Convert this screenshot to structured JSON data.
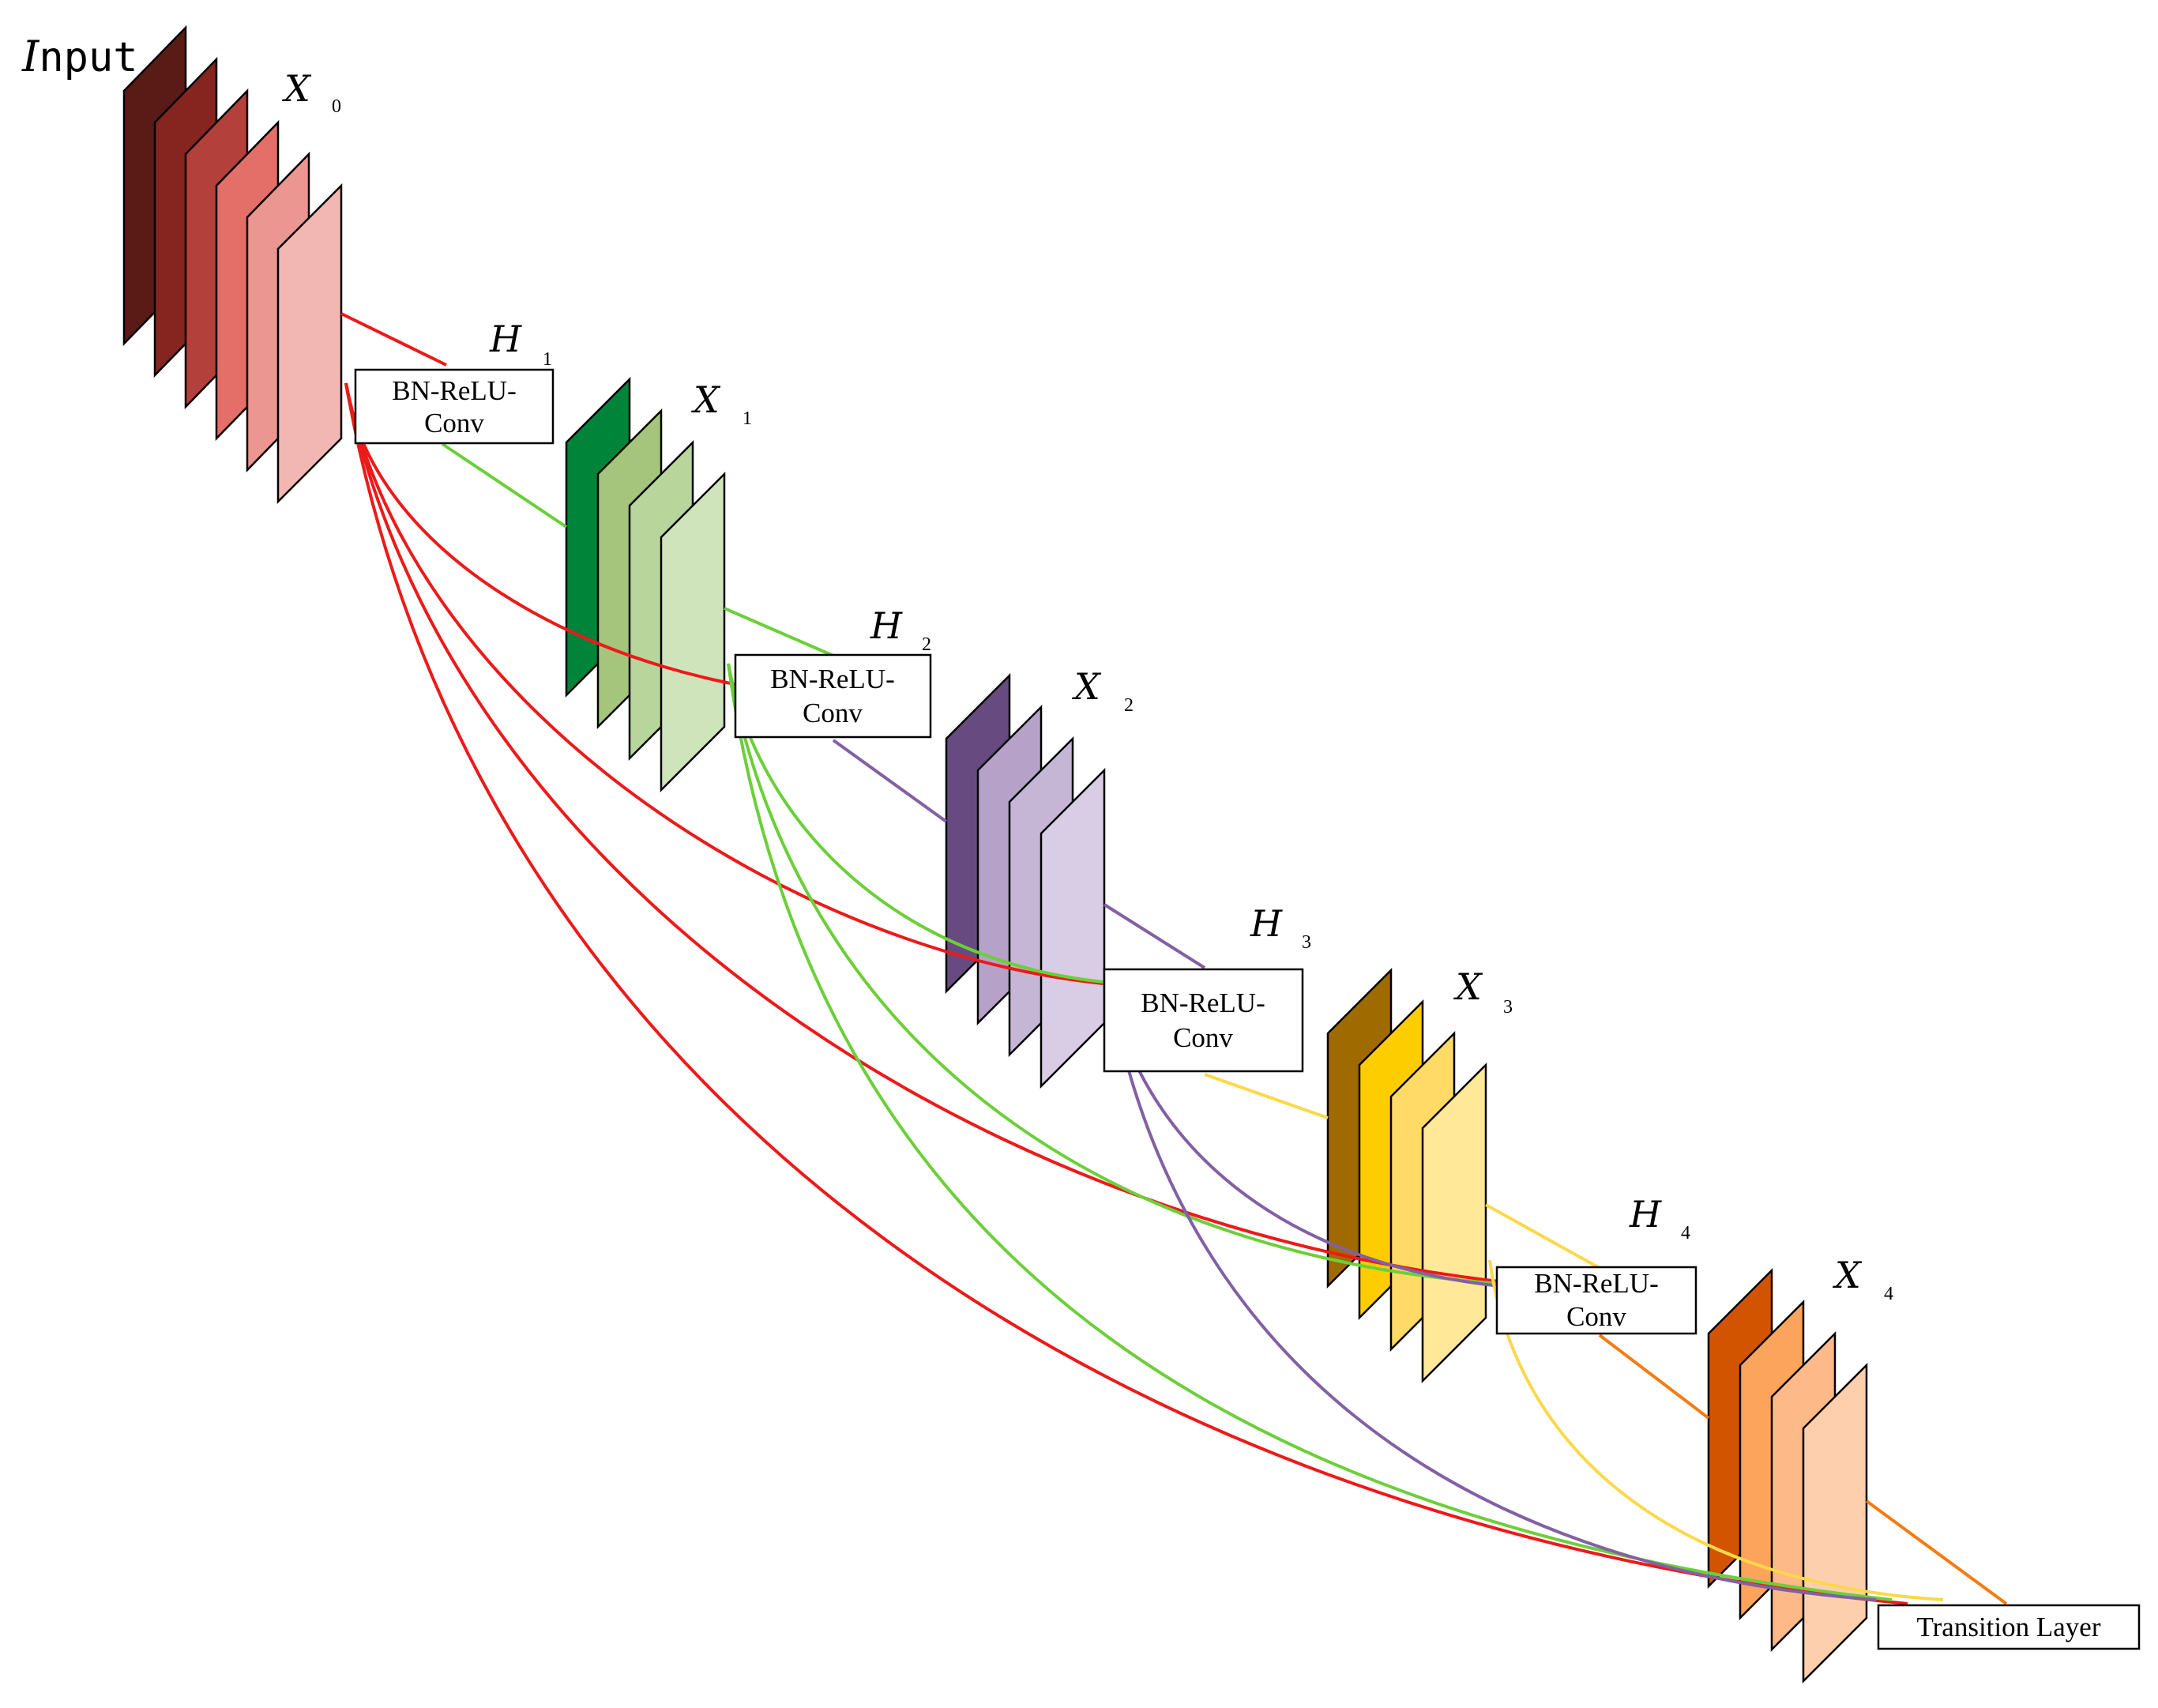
{
  "input_label": {
    "first": "I",
    "rest": "nput"
  },
  "feature_maps": [
    {
      "symbol": "X",
      "subscript": "0",
      "colors": [
        "#5a1a16",
        "#86241f",
        "#b3403a",
        "#e36f68",
        "#eb9690",
        "#f3b7b3"
      ]
    },
    {
      "symbol": "X",
      "subscript": "1",
      "colors": [
        "#00843a",
        "#a5c57d",
        "#b8d59c",
        "#d0e4bc"
      ]
    },
    {
      "symbol": "X",
      "subscript": "2",
      "colors": [
        "#674b80",
        "#b6a2c9",
        "#c5b6d6",
        "#d8cde5"
      ]
    },
    {
      "symbol": "X",
      "subscript": "3",
      "colors": [
        "#9f6b00",
        "#fecd00",
        "#ffda66",
        "#ffe998"
      ]
    },
    {
      "symbol": "X",
      "subscript": "4",
      "colors": [
        "#d35400",
        "#fda45c",
        "#feb989",
        "#fecfad"
      ]
    }
  ],
  "composite_functions": [
    {
      "symbol": "H",
      "subscript": "1",
      "line1": "BN-ReLU-",
      "line2": "Conv"
    },
    {
      "symbol": "H",
      "subscript": "2",
      "line1": "BN-ReLU-",
      "line2": "Conv"
    },
    {
      "symbol": "H",
      "subscript": "3",
      "line1": "BN-ReLU-",
      "line2": "Conv"
    },
    {
      "symbol": "H",
      "subscript": "4",
      "line1": "BN-ReLU-",
      "line2": "Conv"
    }
  ],
  "transition": {
    "label": "Transition Layer"
  },
  "connection_colors": {
    "from_x0": "#ec1a1a",
    "from_x1": "#6ccf3a",
    "from_x2": "#8360a3",
    "from_x3": "#fcd84a",
    "from_x4": "#f47c13"
  }
}
